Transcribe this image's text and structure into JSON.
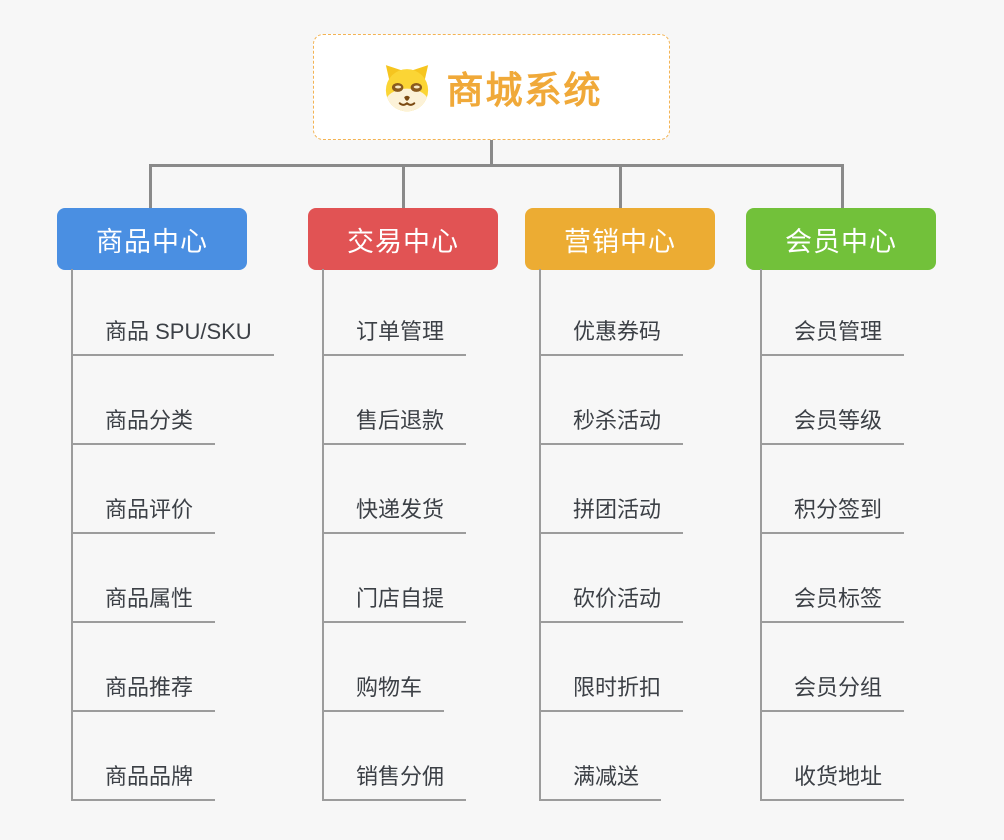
{
  "root": {
    "title": "商城系统",
    "icon": "doge-icon",
    "accent_color": "#f0a939",
    "border_color": "#f3b353"
  },
  "branches": [
    {
      "label": "商品中心",
      "color": "#4a8fe2",
      "items": [
        "商品 SPU/SKU",
        "商品分类",
        "商品评价",
        "商品属性",
        "商品推荐",
        "商品品牌"
      ]
    },
    {
      "label": "交易中心",
      "color": "#e15354",
      "items": [
        "订单管理",
        "售后退款",
        "快递发货",
        "门店自提",
        "购物车",
        "销售分佣"
      ]
    },
    {
      "label": "营销中心",
      "color": "#ecac33",
      "items": [
        "优惠券码",
        "秒杀活动",
        "拼团活动",
        "砍价活动",
        "限时折扣",
        "满减送"
      ]
    },
    {
      "label": "会员中心",
      "color": "#72c13a",
      "items": [
        "会员管理",
        "会员等级",
        "积分签到",
        "会员标签",
        "会员分组",
        "收货地址"
      ]
    }
  ],
  "colors": {
    "connector": "#8a8a8a",
    "underline": "#9c9c9c",
    "leaf_text": "#3c4046",
    "background": "#f7f7f7"
  }
}
